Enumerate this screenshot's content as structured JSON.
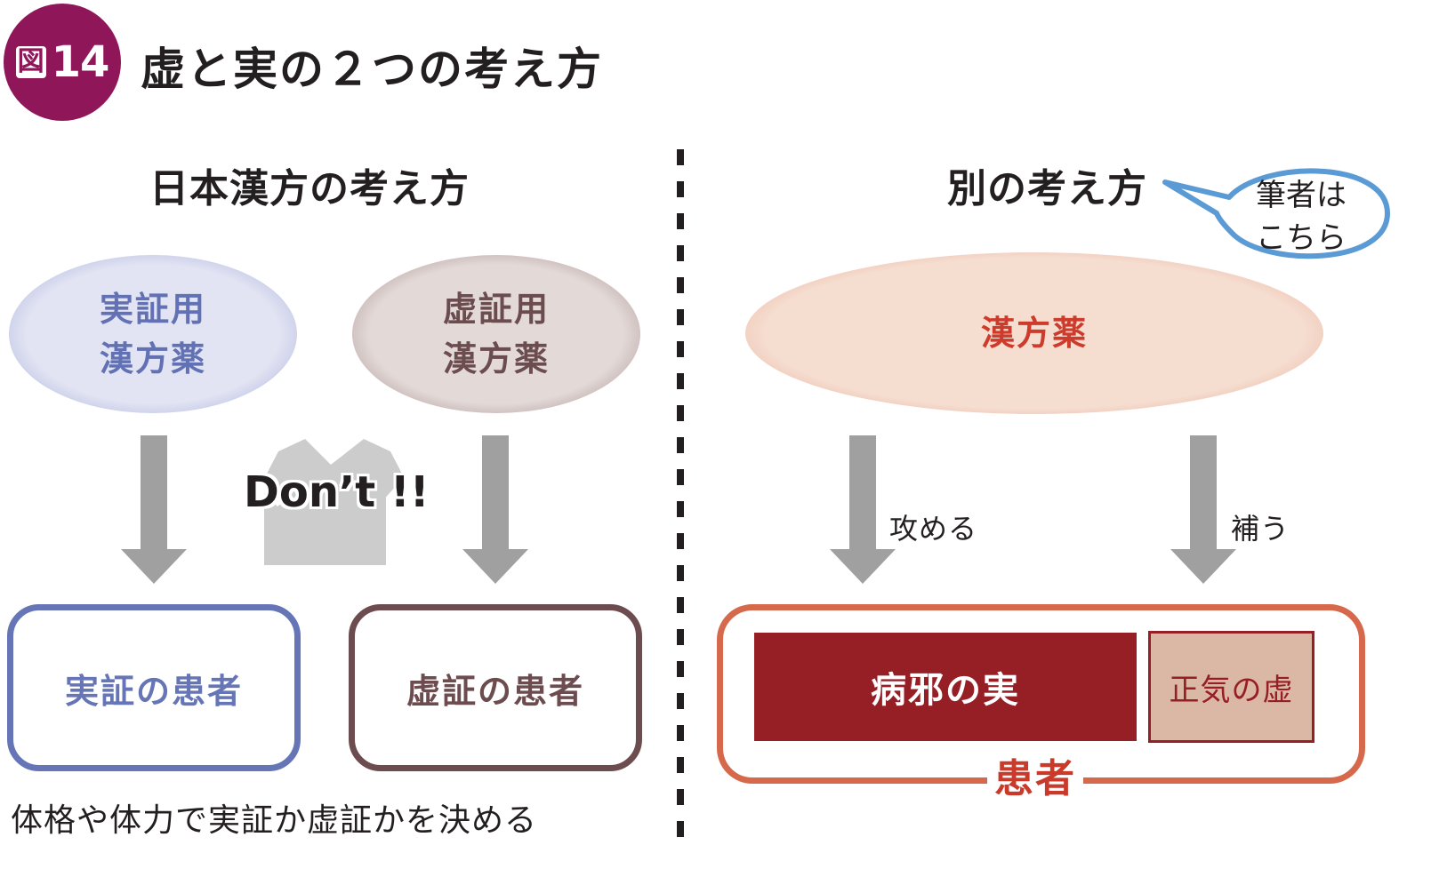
{
  "figure": {
    "badge_kanji": "図",
    "badge_number": "14",
    "title": "虚と実の２つの考え方",
    "badge_color": "#8e1659"
  },
  "left": {
    "title": "日本漢方の考え方",
    "ellipses": [
      {
        "line1": "実証用",
        "line2": "漢方薬",
        "color": "#6271b3"
      },
      {
        "line1": "虚証用",
        "line2": "漢方薬",
        "color": "#6b4c4f"
      }
    ],
    "dont_label": "Don’t !!",
    "boxes": [
      {
        "label": "実証の患者",
        "color": "#6575b6"
      },
      {
        "label": "虚証の患者",
        "color": "#6d4c4f"
      }
    ],
    "footnote": "体格や体力で実証か虚証かを決める"
  },
  "right": {
    "title": "別の考え方",
    "speech_bubble": {
      "line1": "筆者は",
      "line2": "こちら",
      "color": "#5b9bd5"
    },
    "ellipse": {
      "label": "漢方薬",
      "color": "#cc3b2c"
    },
    "arrow_labels": {
      "attack": "攻める",
      "supplement": "補う"
    },
    "patient": {
      "label": "患者",
      "excess_block": "病邪の実",
      "deficiency_block": "正気の虚",
      "border_color": "#d6694c",
      "excess_color": "#961e25",
      "deficiency_color": "#dbb8a5"
    }
  },
  "arrow_color": "#a0a0a0",
  "cross_arrow_color": "#cccccc"
}
